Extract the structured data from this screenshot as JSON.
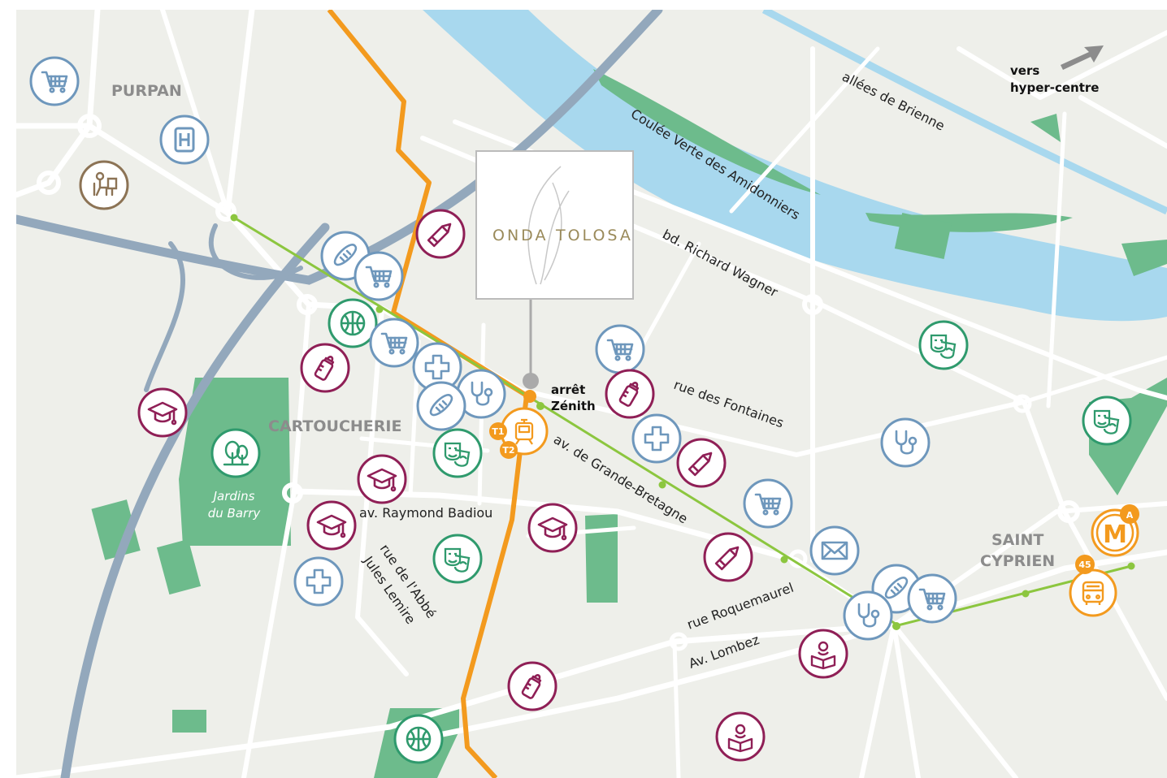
{
  "colors": {
    "land": "#eeefea",
    "water": "#a8d8ee",
    "park": "#6dbb8c",
    "road": "#ffffff",
    "highway": "#93a8bc",
    "metro_line": "#f39a1e",
    "tram_line": "#8cc63f",
    "shopping": "#6e97bc",
    "sport_culture": "#2f9a6d",
    "education": "#8f1f56",
    "work": "#8c7355"
  },
  "districts": {
    "purpan": "PURPAN",
    "cartoucherie": "CARTOUCHERIE",
    "saint_cyprien_1": "SAINT",
    "saint_cyprien_2": "CYPRIEN"
  },
  "streets": {
    "allees_brienne": "allées de Brienne",
    "coulee_verte": "Coulée Verte des Amidonniers",
    "bd_wagner": "bd. Richard Wagner",
    "rue_fontaines": "rue des Fontaines",
    "av_grande_bretagne": "av. de Grande-Bretagne",
    "av_badiou": "av. Raymond Badiou",
    "rue_abbe": "rue de l'Abbé",
    "jules_lemire": "Jules Lemire",
    "rue_roquemaurel": "rue Roquemaurel",
    "av_lombez": "Av. Lombez"
  },
  "park": {
    "line1": "Jardins",
    "line2": "du Barry"
  },
  "direction": {
    "line1": "vers",
    "line2": "hyper-centre"
  },
  "stop": {
    "line1": "arrêt",
    "line2": "Zénith"
  },
  "logo": {
    "left": "ONDA",
    "right": "TOLOSA"
  },
  "badges": {
    "t1": "T1",
    "t2": "T2",
    "metro_line": "A",
    "metro_letter": "M",
    "bus_line": "45"
  },
  "icons": {
    "shopping_cart": "shopping-cart-icon",
    "hospital": "hospital-icon",
    "worker": "worker-icon",
    "bakery": "bread-icon",
    "basketball": "basketball-icon",
    "pharmacy": "medical-cross-icon",
    "doctor": "stethoscope-icon",
    "baby_bottle": "baby-bottle-icon",
    "school": "graduation-cap-icon",
    "park_tree": "tree-icon",
    "theatre": "theatre-masks-icon",
    "crayon": "crayon-icon",
    "post": "envelope-icon",
    "library": "reading-person-icon",
    "tram": "tram-icon",
    "metro": "metro-icon",
    "bus": "bus-icon"
  }
}
